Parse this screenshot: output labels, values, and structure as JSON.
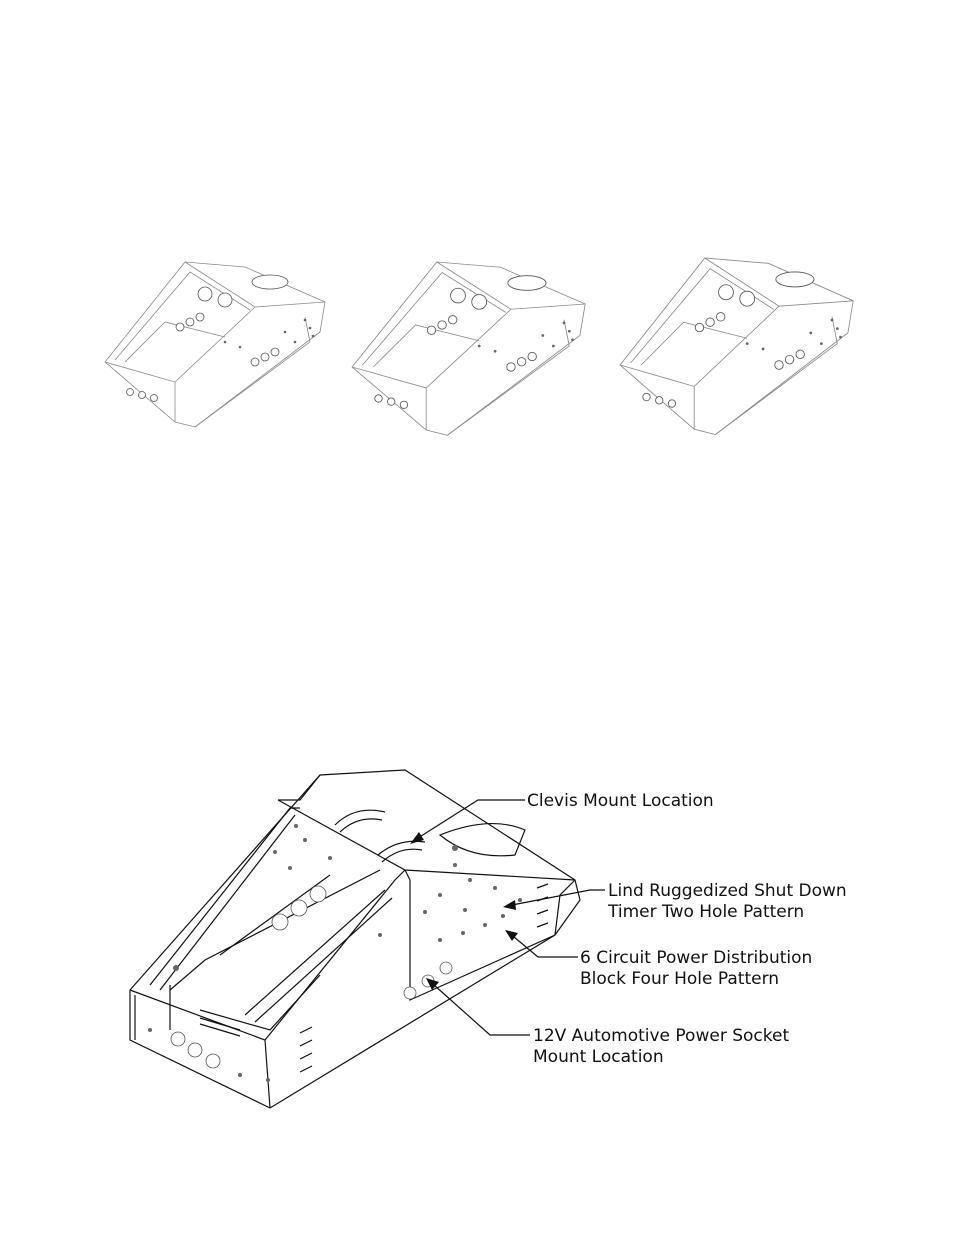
{
  "callouts": [
    {
      "lines": [
        "Clevis Mount Location"
      ]
    },
    {
      "lines": [
        "Lind Ruggedized Shut Down",
        "Timer Two Hole Pattern"
      ]
    },
    {
      "lines": [
        "6 Circuit Power Distribution",
        "Block Four Hole Pattern"
      ]
    },
    {
      "lines": [
        "12V Automotive Power Socket",
        "Mount Location"
      ]
    }
  ]
}
